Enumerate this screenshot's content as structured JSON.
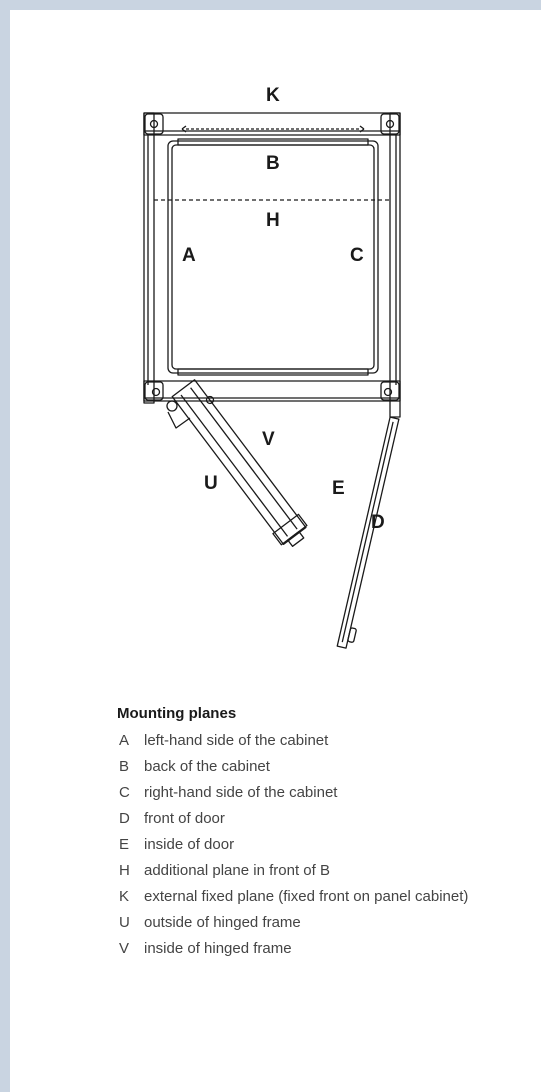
{
  "diagram": {
    "labels": {
      "K": "K",
      "B": "B",
      "H": "H",
      "A": "A",
      "C": "C",
      "V": "V",
      "U": "U",
      "E": "E",
      "D": "D"
    }
  },
  "legend": {
    "title": "Mounting planes",
    "items": [
      {
        "key": "A",
        "desc": "left-hand side of the cabinet"
      },
      {
        "key": "B",
        "desc": "back of the cabinet"
      },
      {
        "key": "C",
        "desc": "right-hand side of the cabinet"
      },
      {
        "key": "D",
        "desc": "front of door"
      },
      {
        "key": "E",
        "desc": "inside of door"
      },
      {
        "key": "H",
        "desc": "additional plane in front of B"
      },
      {
        "key": "K",
        "desc": "external fixed plane (fixed front on panel cabinet)"
      },
      {
        "key": "U",
        "desc": "outside of hinged frame"
      },
      {
        "key": "V",
        "desc": "inside of hinged frame"
      }
    ]
  },
  "colors": {
    "frame": "#c9d4e1",
    "line": "#1a1a1a",
    "legend_text": "#444444"
  }
}
